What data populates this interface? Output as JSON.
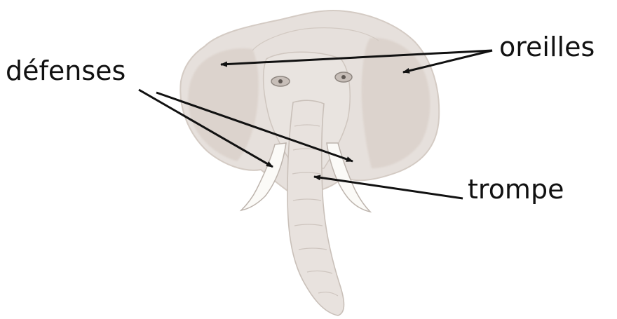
{
  "labels": {
    "ears": "oreilles",
    "tusks": "défenses",
    "trunk": "trompe"
  },
  "colors": {
    "background": "#ffffff",
    "skin": "#e6e0dc",
    "skin_shadow": "#cfc6bf",
    "ear_inner": "#ddd4ce",
    "tusk": "#fbfaf7",
    "line": "#111111",
    "text": "#111111"
  }
}
